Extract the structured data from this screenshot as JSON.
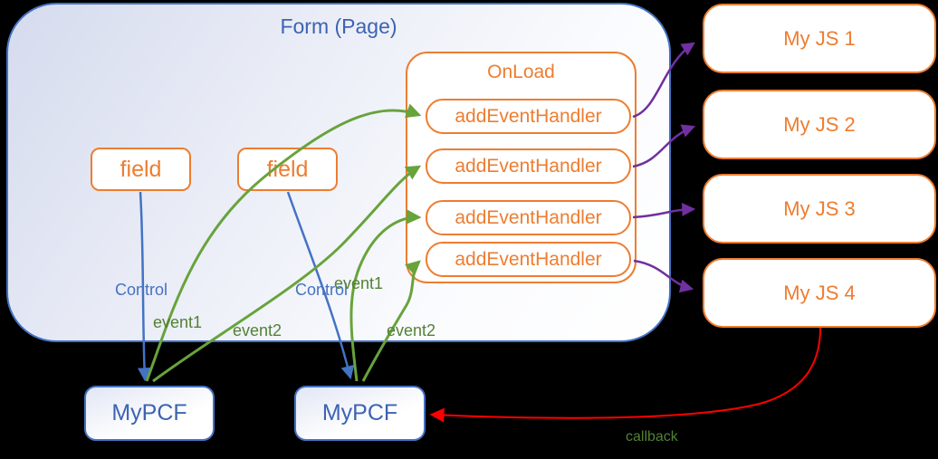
{
  "form": {
    "title": "Form (Page)"
  },
  "fields": [
    {
      "label": "field"
    },
    {
      "label": "field"
    }
  ],
  "onload": {
    "title": "OnLoad",
    "handlers": [
      "addEventHandler",
      "addEventHandler",
      "addEventHandler",
      "addEventHandler"
    ]
  },
  "js_modules": [
    {
      "label": "My JS 1"
    },
    {
      "label": "My JS 2"
    },
    {
      "label": "My JS 3"
    },
    {
      "label": "My JS 4"
    }
  ],
  "pcf": [
    {
      "label": "MyPCF"
    },
    {
      "label": "MyPCF"
    }
  ],
  "edge_labels": {
    "control1": "Control",
    "control2": "Control",
    "event1a": "event1",
    "event2a": "event2",
    "event1b": "event1",
    "event2b": "event2",
    "callback": "callback"
  },
  "colors": {
    "orange": "#ED7D31",
    "blue": "#4472C4",
    "green_line": "#68A33C",
    "green_text": "#538135",
    "purple": "#7030A0",
    "red": "#FF0000",
    "background": "#000000"
  }
}
